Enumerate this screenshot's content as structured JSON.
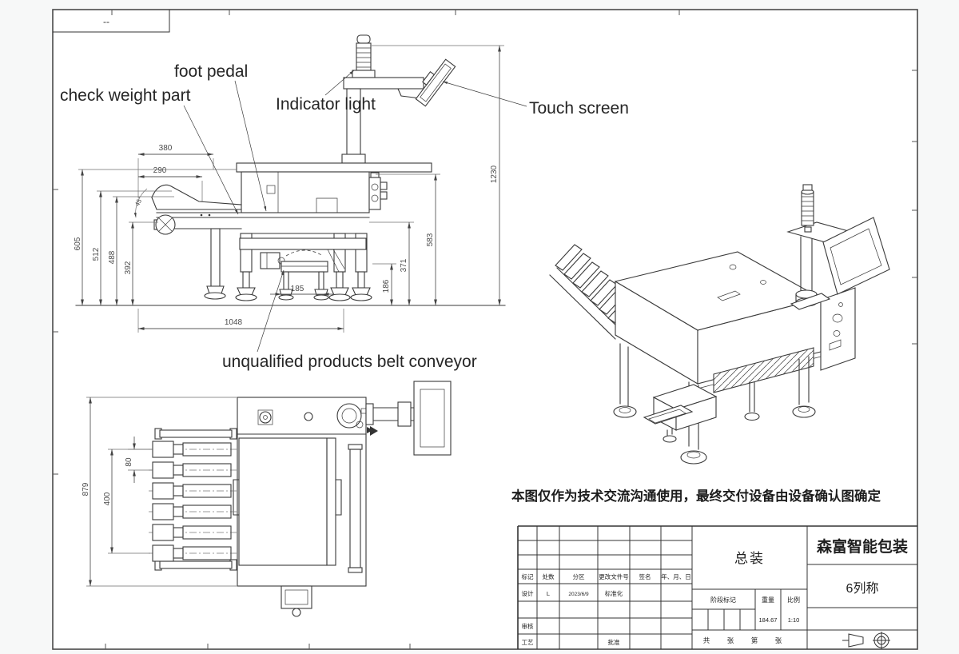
{
  "page": {
    "revision_mark": "--",
    "note": "本图仅作为技术交流沟通使用，最终交付设备由设备确认图确定"
  },
  "annotations": {
    "check_weight_part": "check weight part",
    "foot_pedal": "foot pedal",
    "indicator_light": "Indicator light",
    "touch_screen": "Touch screen",
    "unqualified_belt": "unqualified products belt conveyor"
  },
  "front_view_dims": {
    "w380": "380",
    "w290": "290",
    "h605": "605",
    "h512": "512",
    "h488": "488",
    "h392": "392",
    "a45": "45°",
    "h1230": "1230",
    "h583": "583",
    "h371": "371",
    "h186": "186",
    "w185": "185",
    "w1048": "1048"
  },
  "plan_view_dims": {
    "d879": "879",
    "d400": "400",
    "d80": "80"
  },
  "title_block": {
    "assembly": "总装",
    "company": "森富智能包装",
    "product": "6列称",
    "labels": {
      "mark": "标记",
      "count": "处数",
      "zone": "分区",
      "change_file_no": "更改文件号",
      "signature": "签名",
      "date": "年、月、日",
      "design": "设计",
      "standardization": "标准化",
      "review": "审核",
      "process": "工艺",
      "approve": "批准",
      "stage_mark": "阶段标记",
      "weight": "重量",
      "scale": "比例",
      "total": "共",
      "sheets": "张",
      "sheet_no": "第",
      "sheets2": "张"
    },
    "values": {
      "designer": "L",
      "design_date": "2023/6/9",
      "weight": "184.67",
      "scale": "1:10"
    }
  }
}
